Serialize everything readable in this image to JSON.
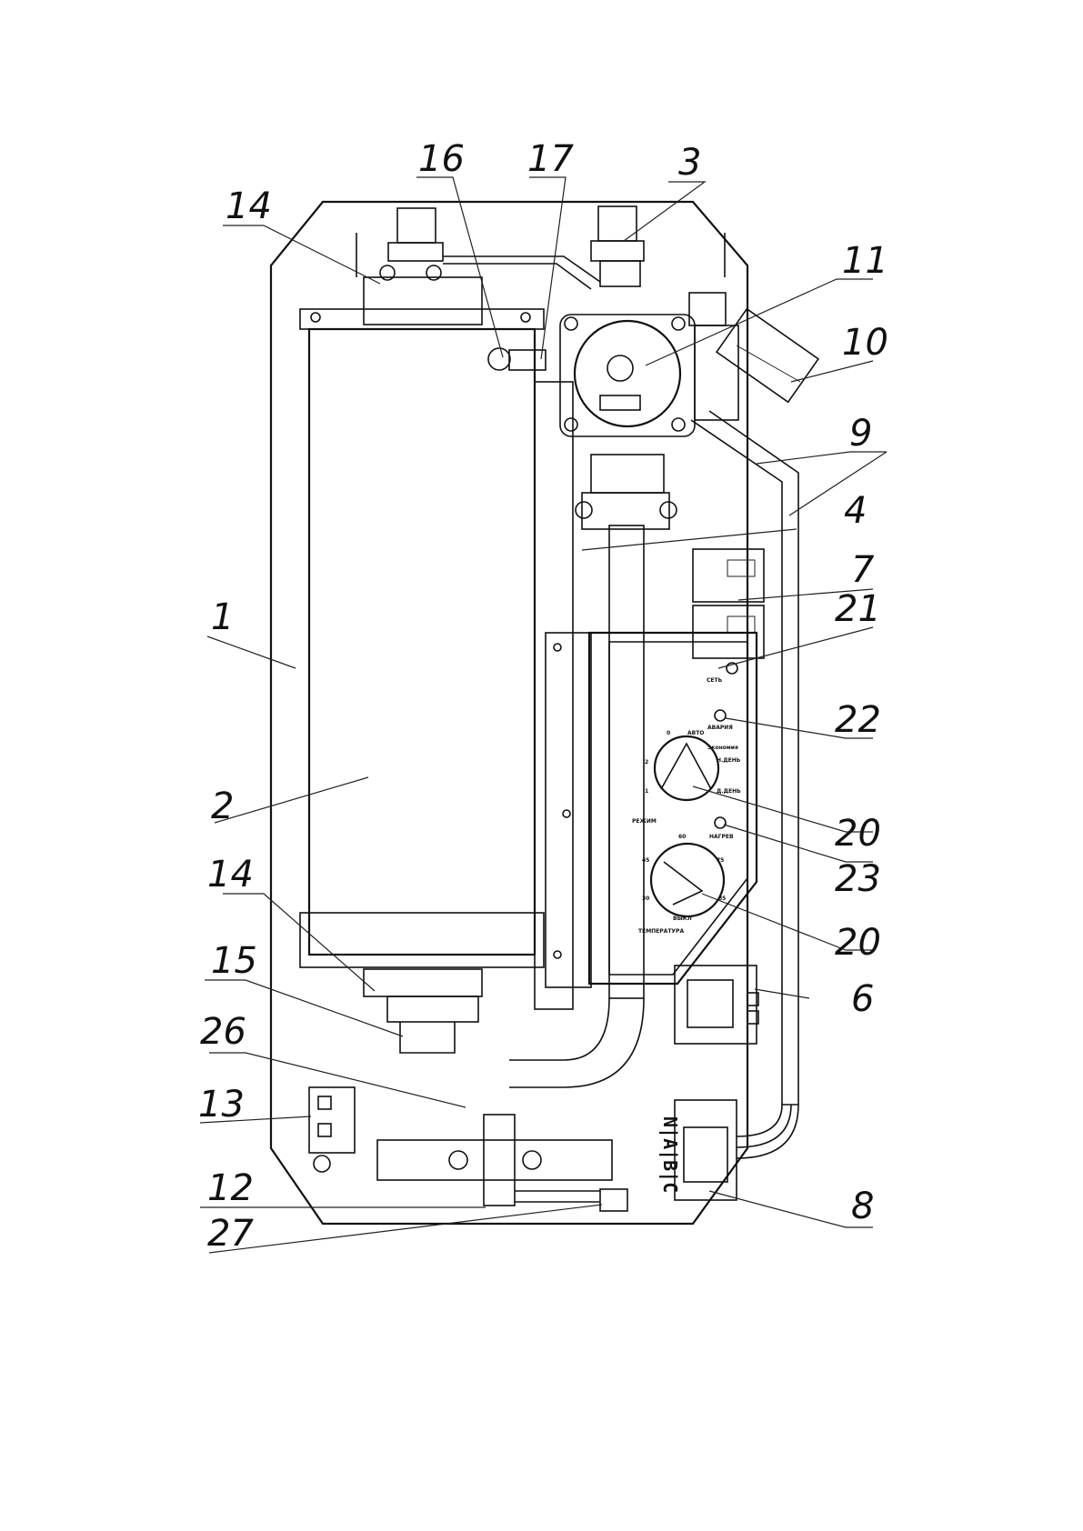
{
  "callouts": {
    "c1": "1",
    "c2": "2",
    "c3": "3",
    "c4": "4",
    "c6": "6",
    "c7": "7",
    "c8": "8",
    "c9": "9",
    "c10": "10",
    "c11": "11",
    "c12": "12",
    "c13": "13",
    "c14a": "14",
    "c14b": "14",
    "c15": "15",
    "c16": "16",
    "c17": "17",
    "c20a": "20",
    "c20b": "20",
    "c21": "21",
    "c22": "22",
    "c23": "23",
    "c26": "26",
    "c27": "27"
  },
  "control_panel": {
    "set_label": "СЕТЬ",
    "alarm_label": "АВАРИЯ",
    "mode_label": "РЕЖИМ",
    "heat_label": "НАГРЕВ",
    "temp_label": "ТЕМПЕРАТУРА",
    "auto_label": "АВТО",
    "off_label": "ВЫКЛ",
    "economy_label": "Экономия",
    "night_label": "Н.ДЕНЬ",
    "day_label": "Д.ДЕНЬ",
    "mode_marks": [
      "0",
      "2",
      "1"
    ],
    "temp_marks": [
      "45",
      "60",
      "75",
      "30",
      "85"
    ]
  },
  "terminal_block_label": "N|A|B|C"
}
